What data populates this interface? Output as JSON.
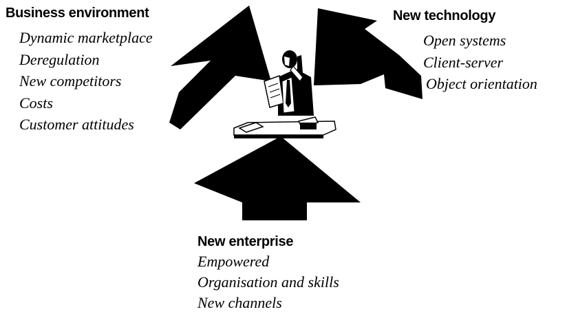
{
  "diagram": {
    "groups": [
      {
        "heading": "Business environment",
        "items": [
          "Dynamic marketplace",
          "Deregulation",
          "New competitors",
          "Costs",
          "Customer attitudes"
        ]
      },
      {
        "heading": "New technology",
        "items": [
          "Open systems",
          "Client-server",
          "Object orientation"
        ]
      },
      {
        "heading": "New enterprise",
        "items": [
          "Empowered",
          "Organisation and skills",
          "New channels"
        ]
      }
    ],
    "center_figure": "person-at-desk-on-phone-icon",
    "arrow_color": "#000000",
    "background": "#ffffff"
  }
}
